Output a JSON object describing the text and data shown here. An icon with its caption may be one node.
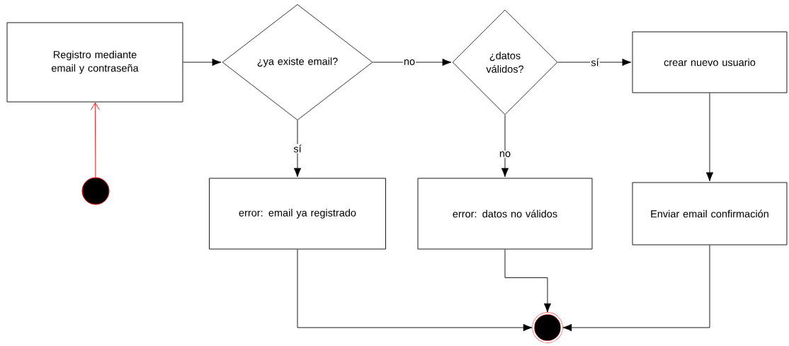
{
  "diagram": {
    "nodes": [
      {
        "text": [
          "Registro mediante email y contraseña"
        ]
      },
      {
        "text": [
          "¿ya existe email?"
        ]
      },
      {
        "text": [
          "¿datos válidos?"
        ]
      },
      {
        "text": [
          "crear nuevo usuario"
        ]
      },
      {
        "text": [
          "error: email ya registrado"
        ]
      },
      {
        "text": [
          "error: datos no válidos"
        ]
      },
      {
        "text": [
          "Enviar email confirmación"
        ]
      },
      {
        "text": [],
        "shape": "circle"
      },
      {
        "text": [],
        "shape": "circle"
      }
    ],
    "edges": [
      {
        "from": 7,
        "to": 0,
        "arrow": "to",
        "color": "#ff0000"
      },
      {
        "from": 0,
        "to": 1,
        "arrow": "to"
      },
      {
        "from": 1,
        "to": 2,
        "arrow": "to",
        "label": "no"
      },
      {
        "from": 2,
        "to": 3,
        "arrow": "to",
        "label": "sí"
      },
      {
        "from": 1,
        "to": 4,
        "arrow": "to",
        "label": "sí"
      },
      {
        "from": 2,
        "to": 5,
        "arrow": "to",
        "label": "no"
      },
      {
        "from": 3,
        "to": 6,
        "arrow": "to"
      },
      {
        "from": 4,
        "to": 8,
        "arrow": "to"
      },
      {
        "from": 5,
        "to": 8,
        "arrow": "to"
      },
      {
        "from": 6,
        "to": 8,
        "arrow": "to"
      }
    ]
  }
}
